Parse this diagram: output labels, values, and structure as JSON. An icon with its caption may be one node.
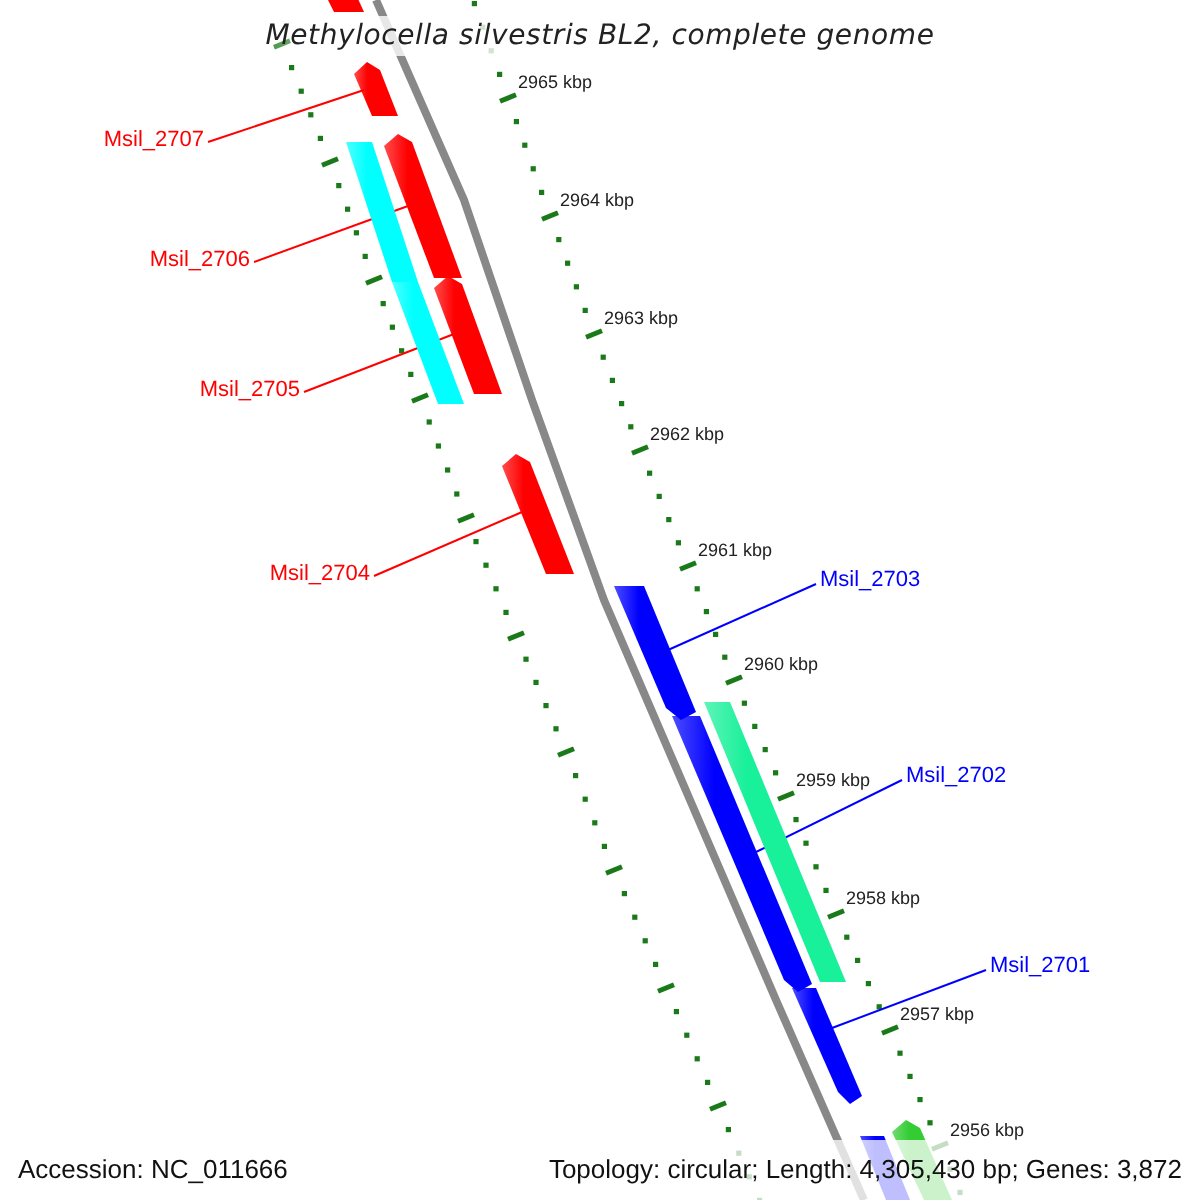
{
  "diagram": {
    "title": "Methylocella silvestris BL2, complete genome",
    "nodes": [
      {
        "text": [
          "Msil_2707"
        ]
      },
      {
        "text": [
          "Msil_2706"
        ]
      },
      {
        "text": [
          "Msil_2705"
        ]
      },
      {
        "text": [
          "Msil_2704"
        ]
      },
      {
        "text": [
          "Msil_2703"
        ]
      },
      {
        "text": [
          "Msil_2702"
        ]
      },
      {
        "text": [
          "Msil_2701"
        ]
      },
      {
        "text": [],
        "shape": "bar"
      },
      {
        "text": [],
        "shape": "bar"
      },
      {
        "text": [],
        "shape": "bar"
      },
      {
        "text": [],
        "shape": "bar"
      },
      {
        "text": [],
        "shape": "bar"
      },
      {
        "text": [],
        "shape": "bar"
      },
      {
        "text": [],
        "shape": "bar"
      },
      {
        "text": [],
        "shape": "bar"
      },
      {
        "text": [],
        "shape": "bar"
      },
      {
        "text": [],
        "shape": "bar"
      },
      {
        "text": [],
        "shape": "bar"
      },
      {
        "text": [],
        "shape": "bar"
      },
      {
        "text": [],
        "shape": "bar"
      }
    ],
    "edges": [
      {
        "from": 0,
        "to": 8,
        "arrow": "none"
      },
      {
        "from": 1,
        "to": 10,
        "arrow": "none"
      },
      {
        "from": 2,
        "to": 12,
        "arrow": "none"
      },
      {
        "from": 3,
        "to": 13,
        "arrow": "none"
      },
      {
        "from": 4,
        "to": 14,
        "arrow": "none",
        "color": "#0000ff"
      },
      {
        "from": 5,
        "to": 16,
        "arrow": "none",
        "color": "#0000ff"
      },
      {
        "from": 6,
        "to": 17,
        "arrow": "none",
        "color": "#0000ff"
      }
    ],
    "labels": [
      "2965 kbp",
      "2964 kbp",
      "2963 kbp",
      "2962 kbp",
      "2961 kbp",
      "2960 kbp",
      "2959 kbp",
      "2958 kbp",
      "2957 kbp",
      "2956 kbp",
      "Accession: NC_011666",
      "Topology: circular; Length: 4,305,430 bp; Genes: 3,872"
    ]
  }
}
